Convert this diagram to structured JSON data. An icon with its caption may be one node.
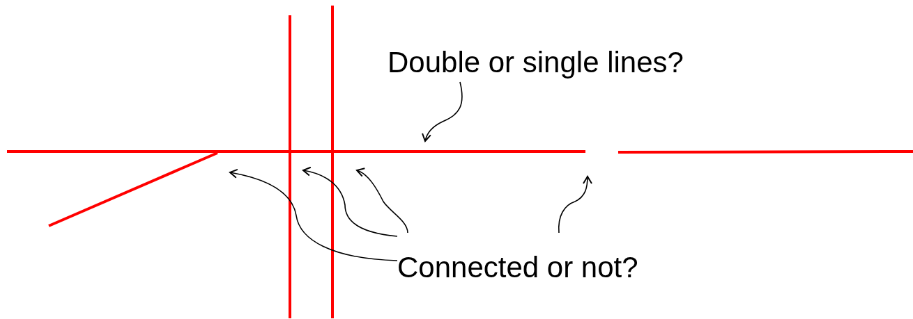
{
  "diagram": {
    "nodes": [
      {
        "text": [
          "Double or single lines?"
        ]
      },
      {
        "text": [
          "Connected or not?"
        ]
      }
    ],
    "edges": [
      {
        "from": 0,
        "to": null,
        "arrow": "to"
      },
      {
        "from": 1,
        "to": null,
        "arrow": "to"
      },
      {
        "from": 1,
        "to": null,
        "arrow": "to"
      },
      {
        "from": 1,
        "to": null,
        "arrow": "to"
      },
      {
        "from": 1,
        "to": null,
        "arrow": "to"
      }
    ]
  }
}
